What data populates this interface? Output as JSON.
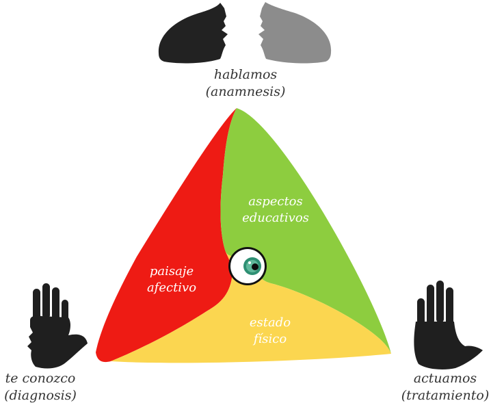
{
  "captions": {
    "top": {
      "line1": "hablamos",
      "line2": "(anamnesis)"
    },
    "left": {
      "line1": "te conozco",
      "line2": "(diagnosis)"
    },
    "right": {
      "line1": "actuamos",
      "line2": "(tratamiento)"
    }
  },
  "segments": {
    "red": {
      "line1": "paisaje",
      "line2": "afectivo"
    },
    "green": {
      "line1": "aspectos",
      "line2": "educativos"
    },
    "yellow": {
      "line1": "estado",
      "line2": "físico"
    }
  },
  "colors": {
    "red": "#ee1b14",
    "green": "#8dcd3f",
    "yellow": "#fbd650",
    "profile_dark": "#222222",
    "profile_light": "#8c8c8c",
    "hand": "#1f1f1f",
    "iris": "#2e8f73"
  },
  "icons": {
    "top": "two-profiles-facing-icon",
    "center": "eye-icon",
    "left": "hand-profile-icon",
    "right": "hand-icon"
  }
}
